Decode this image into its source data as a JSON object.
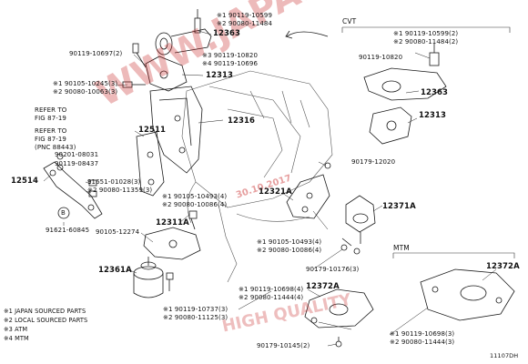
{
  "labels": {
    "p12363_top": "12363",
    "p90119_10599": "※1 90119-10599",
    "p90080_11484": "※2 90080-11484",
    "p90119_10697": "90119-10697(2)",
    "p90119_10820_l": "※3 90119-10820",
    "p90119_10696": "※4 90119-10696",
    "p12313_l": "12313",
    "p90105_10245": "※1 90105-10245(3)",
    "p90080_10063": "※2 90080-10063(3)",
    "ref1": "REFER TO",
    "ref1b": "FIG 87-19",
    "ref2": "REFER TO",
    "ref2b": "FIG 87-19",
    "ref2c": "(PNC 88443)",
    "p12316": "12316",
    "p12511": "12511",
    "p90201": "90201-08031",
    "p90119_08437": "90119-08437",
    "p12514": "12514",
    "p91651": "91651-01028(3)",
    "p90080_11359": "※2 90080-11359(3)",
    "p91621": "91621-60845",
    "bolt_b": "B",
    "cvt": "CVT",
    "p90119_10599_r": "※1 90119-10599(2)",
    "p90080_11484_r": "※2 90080-11484(2)",
    "p90119_10820_r": "90119-10820",
    "p12363_r": "12363",
    "p12313_r": "12313",
    "p90179_12020": "90179-12020",
    "p12321a": "12321A",
    "p90105_10493_a": "※1 90105-10493(4)",
    "p90080_10086_a": "※2 90080-10086(4)",
    "p12371a": "12371A",
    "p12311a": "12311A",
    "p90105_12274": "90105-12274",
    "p90105_10493_b": "※1 90105-10493(4)",
    "p90080_10086_b": "※2 90080-10086(4)",
    "p12361a": "12361A",
    "p90179_10176": "90179-10176(3)",
    "p90119_10737": "※1 90119-10737(3)",
    "p90080_11125": "※2 90080-11125(3)",
    "p90119_10698_l": "※1 90119-10698(4)",
    "p90080_11444_l": "※2 90080-11444(4)",
    "p12372a_l": "12372A",
    "mtm": "MTM",
    "p12372a_r": "12372A",
    "p90119_10698_r": "※1 90119-10698(3)",
    "p90080_11444_r": "※2 90080-11444(3)",
    "p90179_10145": "90179-10145(2)",
    "diagram_id": "11107DH"
  },
  "legend": [
    "※1 JAPAN SOURCED PARTS",
    "※2 LOCAL SOURCED PARTS",
    "※3 ATM",
    "※4 MTM"
  ],
  "watermark": {
    "main": "WWW.JAPANCATS.RU",
    "date": "30.10.2017",
    "bottom": "HIGH QUALITY"
  },
  "colors": {
    "line": "#1a1a1a",
    "watermark": "#c82828"
  }
}
